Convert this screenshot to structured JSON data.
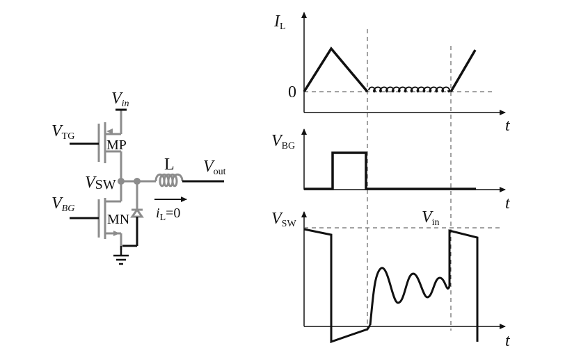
{
  "colors": {
    "wire_gray": "#8c8c8c",
    "ink": "#111111"
  },
  "circuit": {
    "vin": {
      "main": "V",
      "sub": "in"
    },
    "vtg": {
      "main": "V",
      "sub": "TG"
    },
    "mp": "MP",
    "vsw": {
      "main": "V",
      "sub": "SW"
    },
    "inductor": "L",
    "vout": {
      "main": "V",
      "sub": "out"
    },
    "vbg": {
      "main": "V",
      "sub": "BG"
    },
    "mn": "MN",
    "current": {
      "main": "i",
      "sub": "L",
      "rest": "=0"
    }
  },
  "plots": {
    "il": {
      "ylabel_main": "I",
      "ylabel_sub": "L",
      "zero": "0",
      "xlabel": "t"
    },
    "vbg": {
      "ylabel_main": "V",
      "ylabel_sub": "BG",
      "xlabel": "t"
    },
    "vsw": {
      "ylabel_main": "V",
      "ylabel_sub": "SW",
      "vin_main": "V",
      "vin_sub": "in",
      "xlabel": "t"
    }
  }
}
